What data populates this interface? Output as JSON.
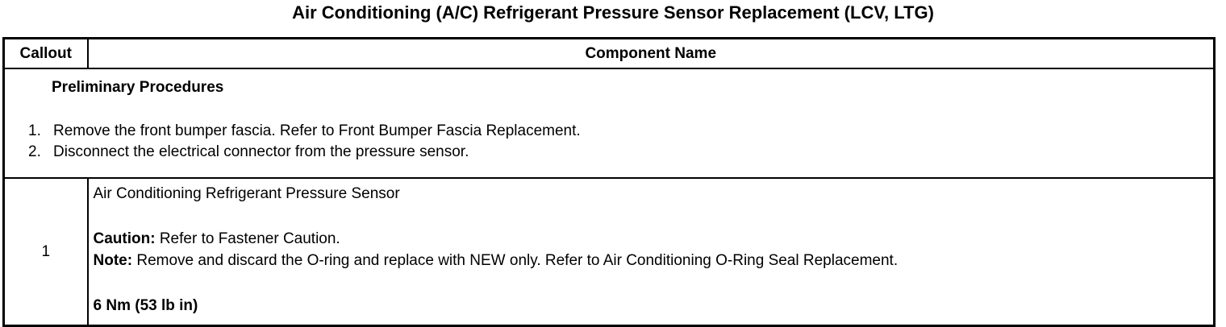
{
  "title": "Air Conditioning (A/C) Refrigerant Pressure Sensor Replacement (LCV, LTG)",
  "colors": {
    "text": "#000000",
    "background": "#ffffff",
    "border": "#000000"
  },
  "table": {
    "headers": {
      "callout": "Callout",
      "component": "Component Name"
    },
    "preliminary": {
      "heading": "Preliminary Procedures",
      "steps": [
        {
          "num": "1.",
          "text": "Remove the front bumper fascia. Refer to Front Bumper Fascia Replacement."
        },
        {
          "num": "2.",
          "text": "Disconnect the electrical connector from the pressure sensor."
        }
      ]
    },
    "rows": [
      {
        "callout": "1",
        "component_name": "Air Conditioning Refrigerant Pressure Sensor",
        "caution_label": "Caution:",
        "caution_text": " Refer to Fastener Caution.",
        "note_label": "Note:",
        "note_text": " Remove and discard the O-ring and replace with NEW only. Refer to Air Conditioning O-Ring Seal Replacement.",
        "torque": "6 Nm (53 lb in)"
      }
    ]
  }
}
